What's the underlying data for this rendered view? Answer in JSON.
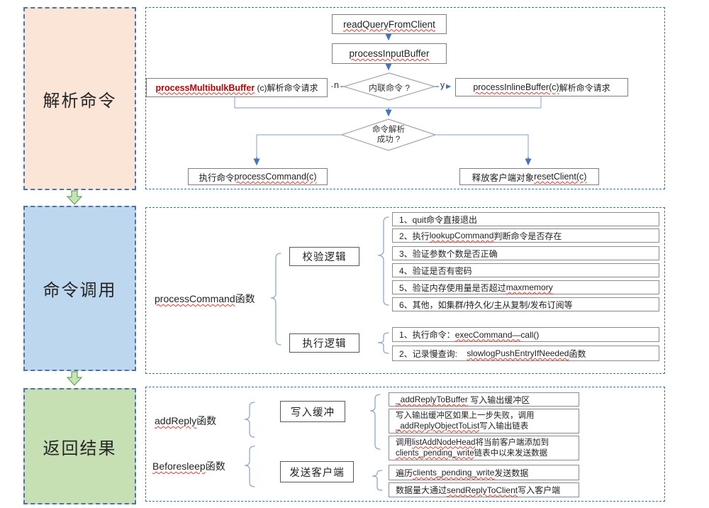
{
  "left_rail": {
    "parse_title": "解析命令",
    "invoke_title": "命令调用",
    "result_title": "返回结果"
  },
  "colors": {
    "stage_parse_fill": "#fbe5d6",
    "stage_invoke_fill": "#bdd7ee",
    "stage_result_fill": "#c6e0b4",
    "dashed_border_blue": "#2e75b6",
    "connector_blue": "#4472c4",
    "code_red": "#c00000",
    "squiggle_red": "#e23b2e",
    "stage_arrow_green": "#c7e3b8"
  },
  "parse": {
    "read_query": "readQueryFromClient",
    "process_input": "processInputBuffer",
    "inline_q": "内联命令 ?",
    "no": "n",
    "yes": "y",
    "multibulk_code": "processMultibulkBuffer",
    "multibulk_text": " (c)解析命令请求",
    "inline_code": "processInlineBuffer(c)",
    "inline_text": "解析命令请求",
    "parsed_q1": "命令解析",
    "parsed_q2": "成功 ?",
    "exec_text": "执行命令",
    "exec_code": "processCommand(c)",
    "reset_text": "释放客户端对象",
    "reset_code": "resetClient(c)"
  },
  "invoke": {
    "fn_code": "processCommand",
    "fn_suffix": "函数",
    "check_label": "校验逻辑",
    "exec_label": "执行逻辑",
    "check_items": {
      "i1": {
        "pre": "1、quit命令直接退出"
      },
      "i2": {
        "pre": "2、执行",
        "code": "lookupCommand",
        "post": "判断命令是否存在"
      },
      "i3": {
        "pre": "3、验证参数个数是否正确"
      },
      "i4": {
        "pre": "4、验证是否有密码"
      },
      "i5": {
        "pre": "5、验证内存使用量是否超过",
        "code": "maxmemory"
      },
      "i6": {
        "pre": "6、其他，如集群/持久化/主从复制/发布订阅等"
      }
    },
    "exec_items": {
      "i1": {
        "pre": "1、执行命令：",
        "code": "execCommand—",
        "post": "call()"
      },
      "i2": {
        "pre": "2、记录慢查询:    ",
        "code": "slowlogPushEntryIfNeeded",
        "post": "函数"
      }
    }
  },
  "result": {
    "addreply_code": "addReply",
    "addreply_suffix": "函数",
    "beforesleep_code": "Beforesleep",
    "beforesleep_suffix": "函数",
    "write_buffer_label": "写入缓冲",
    "send_client_label": "发送客户端",
    "items": {
      "i1": {
        "code": "_addReplyToBuffer",
        "post": " 写入输出缓冲区"
      },
      "i2": {
        "l1_pre": "写入输出缓冲区如果上一步失败，调用",
        "l2_code": "_addReplyObjectToList",
        "l2_post": "写入输出链表"
      },
      "i3": {
        "l1_pre": "调用",
        "l1_code": "listAddNodeHead",
        "l1_post": "将当前客户端添加到",
        "l2_code": "clients_pending_write",
        "l2_post": "链表中以来发送数据"
      },
      "i4": {
        "pre": "遍历",
        "code": "clients_pending_write",
        "post": "发送数据"
      },
      "i5": {
        "pre": "数据量大通过",
        "code": "sendReplyToClient",
        "post": "写入客户端"
      }
    }
  }
}
